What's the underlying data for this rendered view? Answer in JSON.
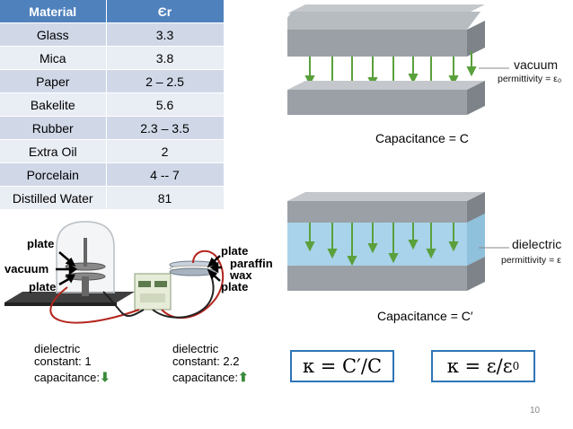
{
  "table": {
    "headers": [
      "Material",
      "Єr"
    ],
    "rows": [
      [
        "Glass",
        "3.3"
      ],
      [
        "Mica",
        "3.8"
      ],
      [
        "Paper",
        "2 – 2.5"
      ],
      [
        "Bakelite",
        "5.6"
      ],
      [
        "Rubber",
        "2.3 – 3.5"
      ],
      [
        "Extra Oil",
        "2"
      ],
      [
        "Porcelain",
        "4 -- 7"
      ],
      [
        "Distilled Water",
        "81"
      ]
    ]
  },
  "vacuum_diagram": {
    "label": "vacuum",
    "permittivity_label": "permittivity = ε₀",
    "caption": "Capacitance = C"
  },
  "dielectric_diagram": {
    "label": "dielectric",
    "permittivity_label": "permittivity = ε",
    "caption": "Capacitance = C′"
  },
  "formulas": {
    "left": "κ = C′/C",
    "right_main": "κ = ε/ε",
    "right_sub": "0"
  },
  "apparatus": {
    "left_labels": [
      "plate",
      "vacuum",
      "plate"
    ],
    "right_labels": [
      "plate",
      "paraffin",
      "wax",
      "plate"
    ],
    "left_caption": {
      "line1": "dielectric",
      "line2": "constant: 1",
      "line3": "capacitance:"
    },
    "right_caption": {
      "line1": "dielectric",
      "line2": "constant: 2.2",
      "line3": "capacitance:"
    },
    "left_arrow": "down",
    "right_arrow": "up",
    "arrow_color": "#3a8a3a"
  },
  "page_number": "10",
  "colors": {
    "header_blue": "#4f81bd",
    "plate_gray": "#9aa0a6",
    "field_green": "#5aa03c",
    "dielectric_blue": "#a9d3ea",
    "formula_border": "#2e75b6"
  }
}
